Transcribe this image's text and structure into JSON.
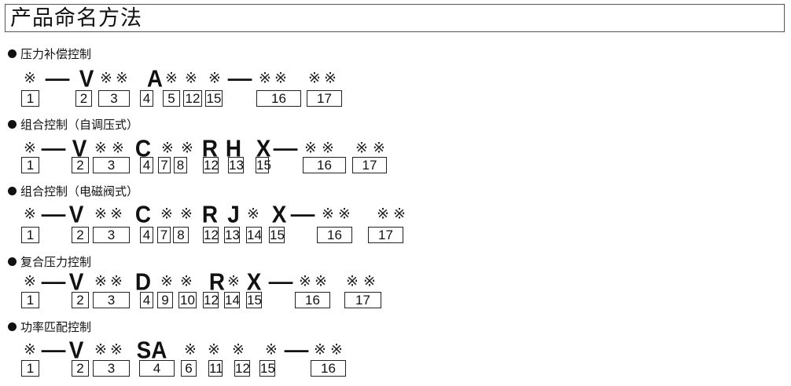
{
  "title": "产品命名方法",
  "sections": [
    {
      "heading": "压力补偿控制",
      "tokens": [
        "※",
        "—",
        "V",
        "※",
        "※",
        "A",
        "※",
        "※",
        "※",
        "—",
        "※",
        "※",
        "※",
        "※"
      ],
      "boxes": [
        "1",
        "2",
        "3",
        "4",
        "5",
        "12",
        "15",
        "16",
        "17"
      ]
    },
    {
      "heading": "组合控制（自调压式）",
      "tokens": [
        "※",
        "—",
        "V",
        "※",
        "※",
        "C",
        "※",
        "※",
        "R",
        "H",
        "X",
        "—",
        "※",
        "※",
        "※",
        "※"
      ],
      "boxes": [
        "1",
        "2",
        "3",
        "4",
        "7",
        "8",
        "12",
        "13",
        "15",
        "16",
        "17"
      ]
    },
    {
      "heading": "组合控制（电磁阀式）",
      "tokens": [
        "※",
        "—",
        "V",
        "※",
        "※",
        "C",
        "※",
        "※",
        "R",
        "J",
        "※",
        "X",
        "—",
        "※",
        "※",
        "※",
        "※"
      ],
      "boxes": [
        "1",
        "2",
        "3",
        "4",
        "7",
        "8",
        "12",
        "13",
        "14",
        "15",
        "16",
        "17"
      ]
    },
    {
      "heading": "复合压力控制",
      "tokens": [
        "※",
        "—",
        "V",
        "※",
        "※",
        "D",
        "※",
        "※",
        "R",
        "※",
        "X",
        "—",
        "※",
        "※",
        "※",
        "※"
      ],
      "boxes": [
        "1",
        "2",
        "3",
        "4",
        "9",
        "10",
        "12",
        "14",
        "15",
        "16",
        "17"
      ]
    },
    {
      "heading": "功率匹配控制",
      "tokens": [
        "※",
        "—",
        "V",
        "※",
        "※",
        "SA",
        "※",
        "※",
        "※",
        "※",
        "—",
        "※",
        "※"
      ],
      "boxes": [
        "1",
        "2",
        "3",
        "4",
        "6",
        "11",
        "12",
        "15",
        "16"
      ]
    }
  ]
}
